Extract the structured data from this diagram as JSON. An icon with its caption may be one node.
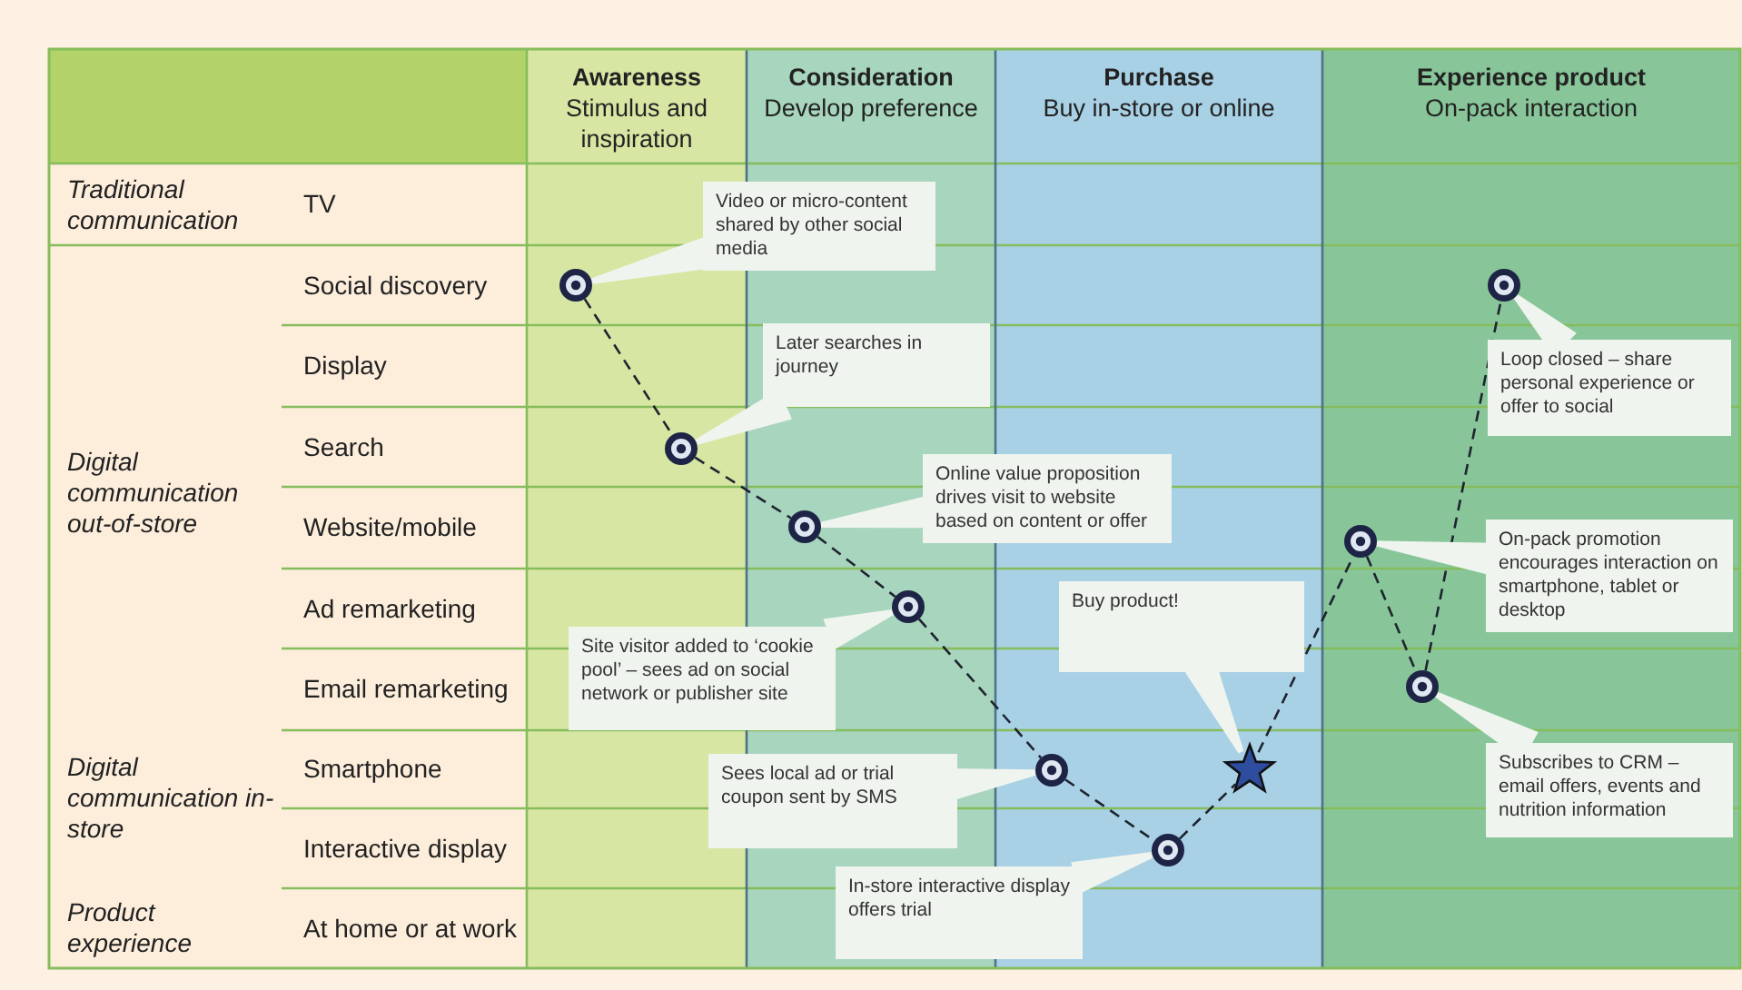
{
  "diagram": {
    "nodes": [
      {
        "text": [],
        "shape": "circle"
      },
      {
        "text": [],
        "shape": "circle"
      },
      {
        "text": [],
        "shape": "circle"
      },
      {
        "text": [],
        "shape": "circle"
      },
      {
        "text": [],
        "shape": "circle"
      },
      {
        "text": [],
        "shape": "circle"
      },
      {
        "text": [],
        "shape": "star"
      },
      {
        "text": [],
        "shape": "circle"
      },
      {
        "text": [],
        "shape": "circle"
      },
      {
        "text": [],
        "shape": "circle"
      },
      {
        "text": [
          "Video or micro-content shared by other social media"
        ]
      },
      {
        "text": [
          "Later searches in journey"
        ]
      },
      {
        "text": [
          "Online value proposition drives visit to website based on content or offer"
        ]
      },
      {
        "text": [
          "Site visitor added to ‘cookie pool’ – sees ad on social network or publisher site"
        ]
      },
      {
        "text": [
          "Sees local ad or trial coupon sent by SMS"
        ]
      },
      {
        "text": [
          "In-store interactive display offers trial"
        ]
      },
      {
        "text": [
          "Buy product!"
        ]
      },
      {
        "text": [
          "On-pack promotion encourages interaction on smartphone, tablet or desktop"
        ]
      },
      {
        "text": [
          "Subscribes to CRM – email offers, events and nutrition information"
        ]
      },
      {
        "text": [
          "Loop closed – share personal experience or offer to social"
        ]
      }
    ],
    "edges": [
      {
        "from": 0,
        "to": 1,
        "arrow": "none",
        "style": "dashed"
      },
      {
        "from": 1,
        "to": 2,
        "arrow": "none",
        "style": "dashed"
      },
      {
        "from": 2,
        "to": 3,
        "arrow": "none",
        "style": "dashed"
      },
      {
        "from": 3,
        "to": 4,
        "arrow": "none",
        "style": "dashed"
      },
      {
        "from": 4,
        "to": 5,
        "arrow": "none",
        "style": "dashed"
      },
      {
        "from": 5,
        "to": 6,
        "arrow": "none",
        "style": "dashed"
      },
      {
        "from": 6,
        "to": 7,
        "arrow": "none",
        "style": "dashed"
      },
      {
        "from": 7,
        "to": 8,
        "arrow": "none",
        "style": "dashed"
      },
      {
        "from": 8,
        "to": 9,
        "arrow": "none",
        "style": "dashed"
      },
      {
        "from": 10,
        "to": 0,
        "arrow": "none"
      },
      {
        "from": 11,
        "to": 1,
        "arrow": "none"
      },
      {
        "from": 12,
        "to": 2,
        "arrow": "none"
      },
      {
        "from": 13,
        "to": 3,
        "arrow": "none"
      },
      {
        "from": 14,
        "to": 4,
        "arrow": "none"
      },
      {
        "from": 15,
        "to": 5,
        "arrow": "none"
      },
      {
        "from": 16,
        "to": 6,
        "arrow": "none"
      },
      {
        "from": 17,
        "to": 7,
        "arrow": "none"
      },
      {
        "from": 18,
        "to": 8,
        "arrow": "none"
      },
      {
        "from": 19,
        "to": 9,
        "arrow": "none"
      }
    ],
    "labels": [
      "Awareness",
      "Stimulus and inspiration",
      "Consideration",
      "Develop preference",
      "Purchase",
      "Buy in-store or online",
      "Experience product",
      "On-pack interaction",
      "Traditional communication",
      "TV",
      "Digital communication out-of-store",
      "Social discovery",
      "Display",
      "Search",
      "Website/mobile",
      "Ad remarketing",
      "Email remarketing",
      "Digital communication in-store",
      "Smartphone",
      "Interactive display",
      "Product experience",
      "At home or at work"
    ]
  }
}
